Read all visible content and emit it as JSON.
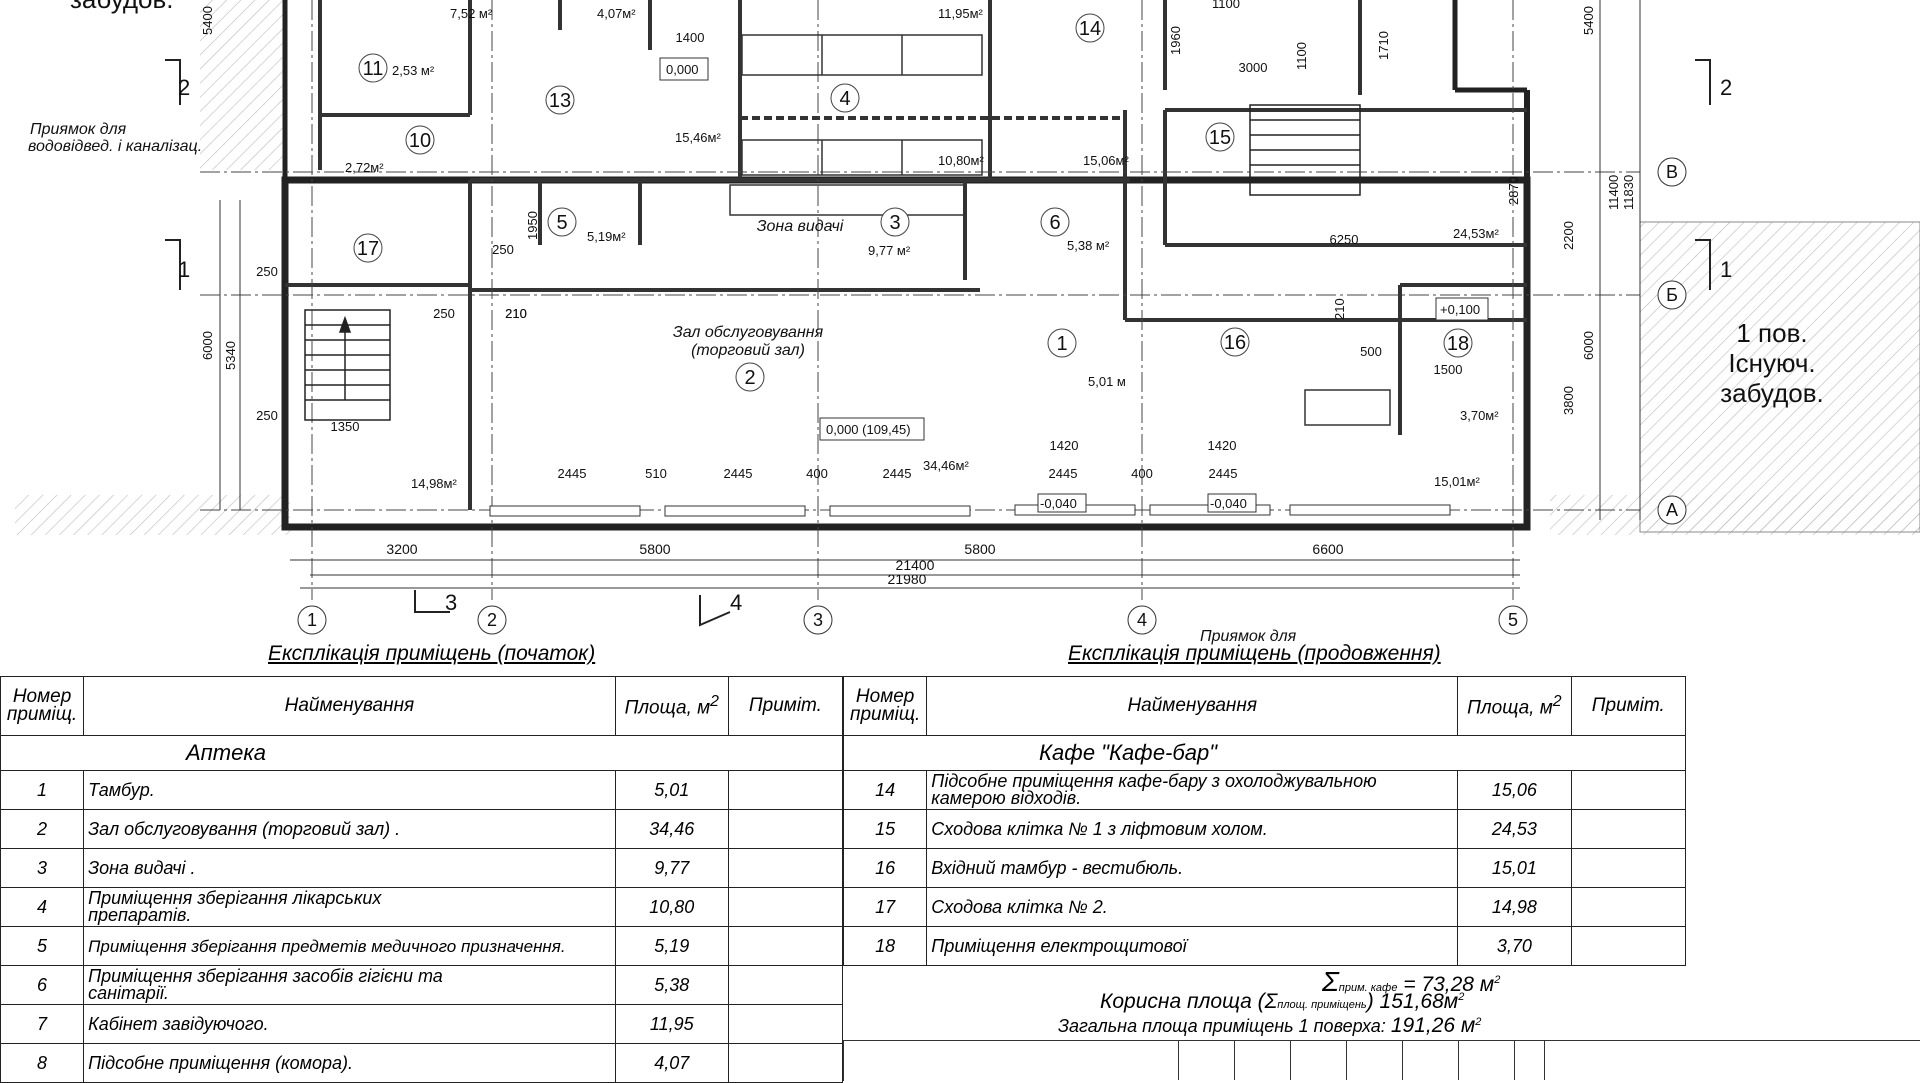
{
  "plan": {
    "axes_letters": [
      "В",
      "Б",
      "А"
    ],
    "axes_numbers": [
      "1",
      "2",
      "3",
      "4",
      "5"
    ],
    "section_marks": [
      "2",
      "2",
      "1",
      "1",
      "3",
      "4"
    ],
    "existing_building": [
      "1 пов.",
      "Існуюч.",
      "забудов."
    ],
    "partial_top_text": "забудов.",
    "pit_note": [
      "Приямок для",
      "водовідвед. і каналізац."
    ],
    "pit_note_bottom": "Приямок для",
    "zone_labels": {
      "hall": [
        "Зал обслуговування",
        "(торговий зал)"
      ],
      "issue": "Зона видачі"
    },
    "room_numbers": [
      "1",
      "2",
      "3",
      "4",
      "5",
      "6",
      "10",
      "11",
      "13",
      "14",
      "15",
      "16",
      "17",
      "18"
    ],
    "areas": [
      "7,52 м²",
      "4,07м²",
      "11,95м²",
      "2,53 м²",
      "2,72м²",
      "15,46м²",
      "10,80м²",
      "15,06м²",
      "5,19м²",
      "9,77 м²",
      "5,38 м²",
      "24,53м²",
      "34,46м²",
      "14,98м²",
      "5,01 м",
      "3,70м²",
      "15,01м²"
    ],
    "levels": [
      "0,000",
      "0,000 (109,45)",
      "+0,100",
      "-0,040",
      "-0,040"
    ],
    "dims_bottom": [
      "3200",
      "5800",
      "5800",
      "6600",
      "21400",
      "21980"
    ],
    "dims_inner": [
      "2445",
      "510",
      "2445",
      "400",
      "2445",
      "2445",
      "400",
      "2445",
      "1420",
      "1420",
      "1350",
      "250",
      "250",
      "210",
      "250",
      "250",
      "210",
      "1400",
      "3000",
      "1100",
      "6250",
      "500",
      "1500",
      "210",
      "1100",
      "1960",
      "1710"
    ],
    "dims_vertical": [
      "5400",
      "6000",
      "5340",
      "1950",
      "2870",
      "2200",
      "3800",
      "6000",
      "11400",
      "11830",
      "5400"
    ]
  },
  "table_left": {
    "title": "Експлікація приміщень (початок)",
    "headers": {
      "num": "Номер приміщ.",
      "name": "Найменування",
      "area": "Площа, м",
      "area_sup": "2",
      "note": "Приміт."
    },
    "group": "Аптека",
    "rows": [
      {
        "num": "1",
        "name": "Тамбур.",
        "area": "5,01"
      },
      {
        "num": "2",
        "name": "Зал обслуговування (торговий зал) .",
        "area": "34,46"
      },
      {
        "num": "3",
        "name": "Зона видачі .",
        "area": "9,77"
      },
      {
        "num": "4",
        "name": "Приміщення зберігання лікарських препаратів.",
        "area": "10,80"
      },
      {
        "num": "5",
        "name": "Приміщення зберігання предметів медичного призначення.",
        "area": "5,19"
      },
      {
        "num": "6",
        "name": "Приміщення зберігання засобів гігієни та санітарії.",
        "area": "5,38"
      },
      {
        "num": "7",
        "name": "Кабінет завідуючого.",
        "area": "11,95"
      },
      {
        "num": "8",
        "name": "Підсобне приміщення (комора).",
        "area": "4,07"
      }
    ]
  },
  "table_right": {
    "title": "Експлікація приміщень (продовження)",
    "headers": {
      "num": "Номер приміщ.",
      "name": "Найменування",
      "area": "Площа, м",
      "area_sup": "2",
      "note": "Приміт."
    },
    "group": "Кафе \"Кафе-бар\"",
    "rows": [
      {
        "num": "14",
        "name": "Підсобне приміщення кафе-бару з охолоджувальною камерою відходів.",
        "area": "15,06"
      },
      {
        "num": "15",
        "name": "Сходова клітка № 1 з ліфтовим холом.",
        "area": "24,53"
      },
      {
        "num": "16",
        "name": "Вхідний тамбур - вестибюль.",
        "area": "15,01"
      },
      {
        "num": "17",
        "name": "Сходова клітка № 2.",
        "area": "14,98"
      },
      {
        "num": "18",
        "name": "Приміщення електрощитової",
        "area": "3,70"
      }
    ]
  },
  "totals": {
    "cafe_sigma": "Σ",
    "cafe_sub": "прим. кафе",
    "cafe_value": "= 73,28 м",
    "useful_label": "Корисна площа (Σ",
    "useful_sub": "площ. приміщень",
    "useful_value": ") 151,68м",
    "total_label": "Загальна площа приміщень 1 поверха:",
    "total_value": "191,26 м",
    "sup2": "2"
  }
}
